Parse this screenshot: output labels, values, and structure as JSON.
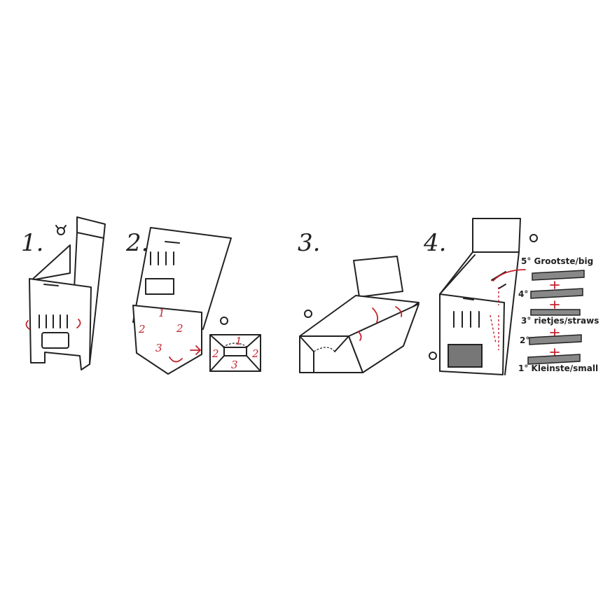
{
  "steps": [
    {
      "label": "1."
    },
    {
      "label": "2."
    },
    {
      "label": "3."
    },
    {
      "label": "4."
    }
  ],
  "step2_fold_numbers": [
    "1",
    "2",
    "2",
    "3"
  ],
  "step2_inset_numbers": [
    "1",
    "2",
    "2",
    "3"
  ],
  "layers": [
    {
      "label": "5° Grootste/big"
    },
    {
      "label": "4°"
    },
    {
      "label": "3° rietjes/straws"
    },
    {
      "label": "2°"
    },
    {
      "label": "1° Kleinste/small"
    }
  ],
  "colors": {
    "line": "#222222",
    "accent": "#c4232e"
  }
}
